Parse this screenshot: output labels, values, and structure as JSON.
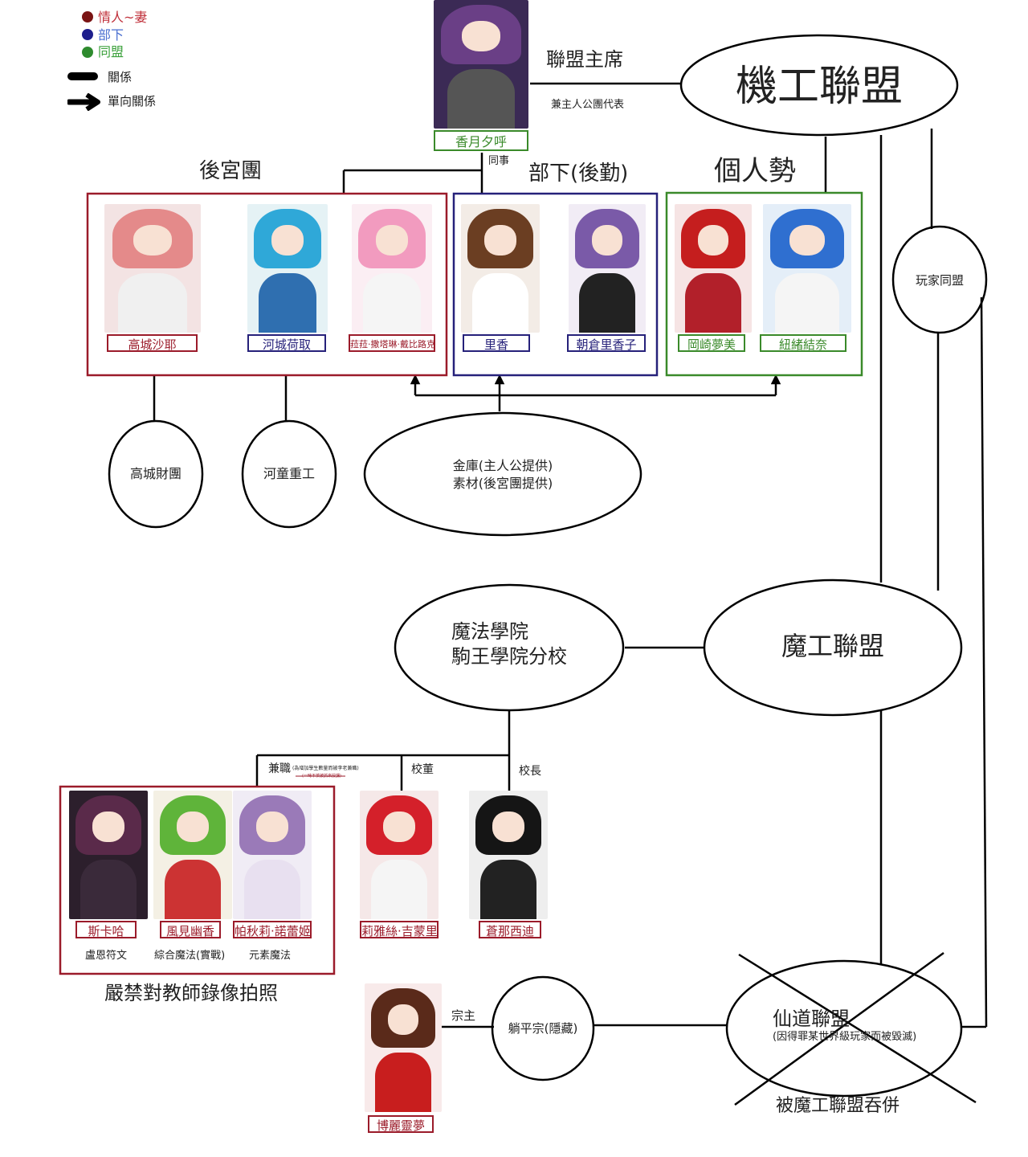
{
  "legend": {
    "items": [
      {
        "label": "情人~妻",
        "color": "#7a1414"
      },
      {
        "label": "部下",
        "color": "#1e1e8c"
      },
      {
        "label": "同盟",
        "color": "#2e8b2e"
      }
    ],
    "line_label": "關係",
    "arrow_label": "單向關係"
  },
  "top": {
    "name": "香月夕呼",
    "title": "聯盟主席",
    "subtitle": "兼主人公團代表",
    "org": "機工聯盟",
    "colleague": "同事"
  },
  "groups": {
    "harem": {
      "title": "後宮團",
      "members": [
        {
          "name": "高城沙耶",
          "affiliation": "高城財團"
        },
        {
          "name": "河城荷取",
          "affiliation": "河童重工"
        },
        {
          "name": "菈菈·撒塔琳·戴比路克"
        }
      ]
    },
    "subordinates": {
      "title": "部下(後勤)",
      "members": [
        {
          "name": "里香"
        },
        {
          "name": "朝倉里香子"
        }
      ]
    },
    "personal": {
      "title": "個人勢",
      "members": [
        {
          "name": "岡崎夢美"
        },
        {
          "name": "紐緒結奈"
        }
      ]
    }
  },
  "treasury": {
    "line1": "金庫(主人公提供)",
    "line2": "素材(後宮團提供)"
  },
  "player_alliance": "玩家同盟",
  "magic_academy": {
    "line1": "魔法學院",
    "line2": "駒王學院分校"
  },
  "magic_alliance": "魔工聯盟",
  "academy_roles": {
    "part_time": "兼職",
    "part_time_note": "(為增加學生數量而被李老兼職)",
    "part_time_note2": "(一時不慎被抓來授課)",
    "director": "校董",
    "principal": "校長"
  },
  "teachers": [
    {
      "name": "斯卡哈",
      "subject": "盧恩符文"
    },
    {
      "name": "風見幽香",
      "subject": "綜合魔法(實戰)"
    },
    {
      "name": "帕秋莉·諾蕾姬",
      "subject": "元素魔法"
    }
  ],
  "teacher_note": "嚴禁對教師錄像拍照",
  "director_name": "莉雅絲·吉蒙里",
  "principal_name": "蒼那西迪",
  "sect": {
    "leader_label": "宗主",
    "name": "躺平宗(隱藏)",
    "leader_name": "博麗靈夢"
  },
  "immortal_alliance": {
    "name": "仙道聯盟",
    "note": "(因得罪某世界級玩家而被毀滅)",
    "fate": "被魔工聯盟吞併"
  },
  "colors": {
    "red": "#9b1b2a",
    "blue": "#26217a",
    "green": "#3a8a2a"
  }
}
